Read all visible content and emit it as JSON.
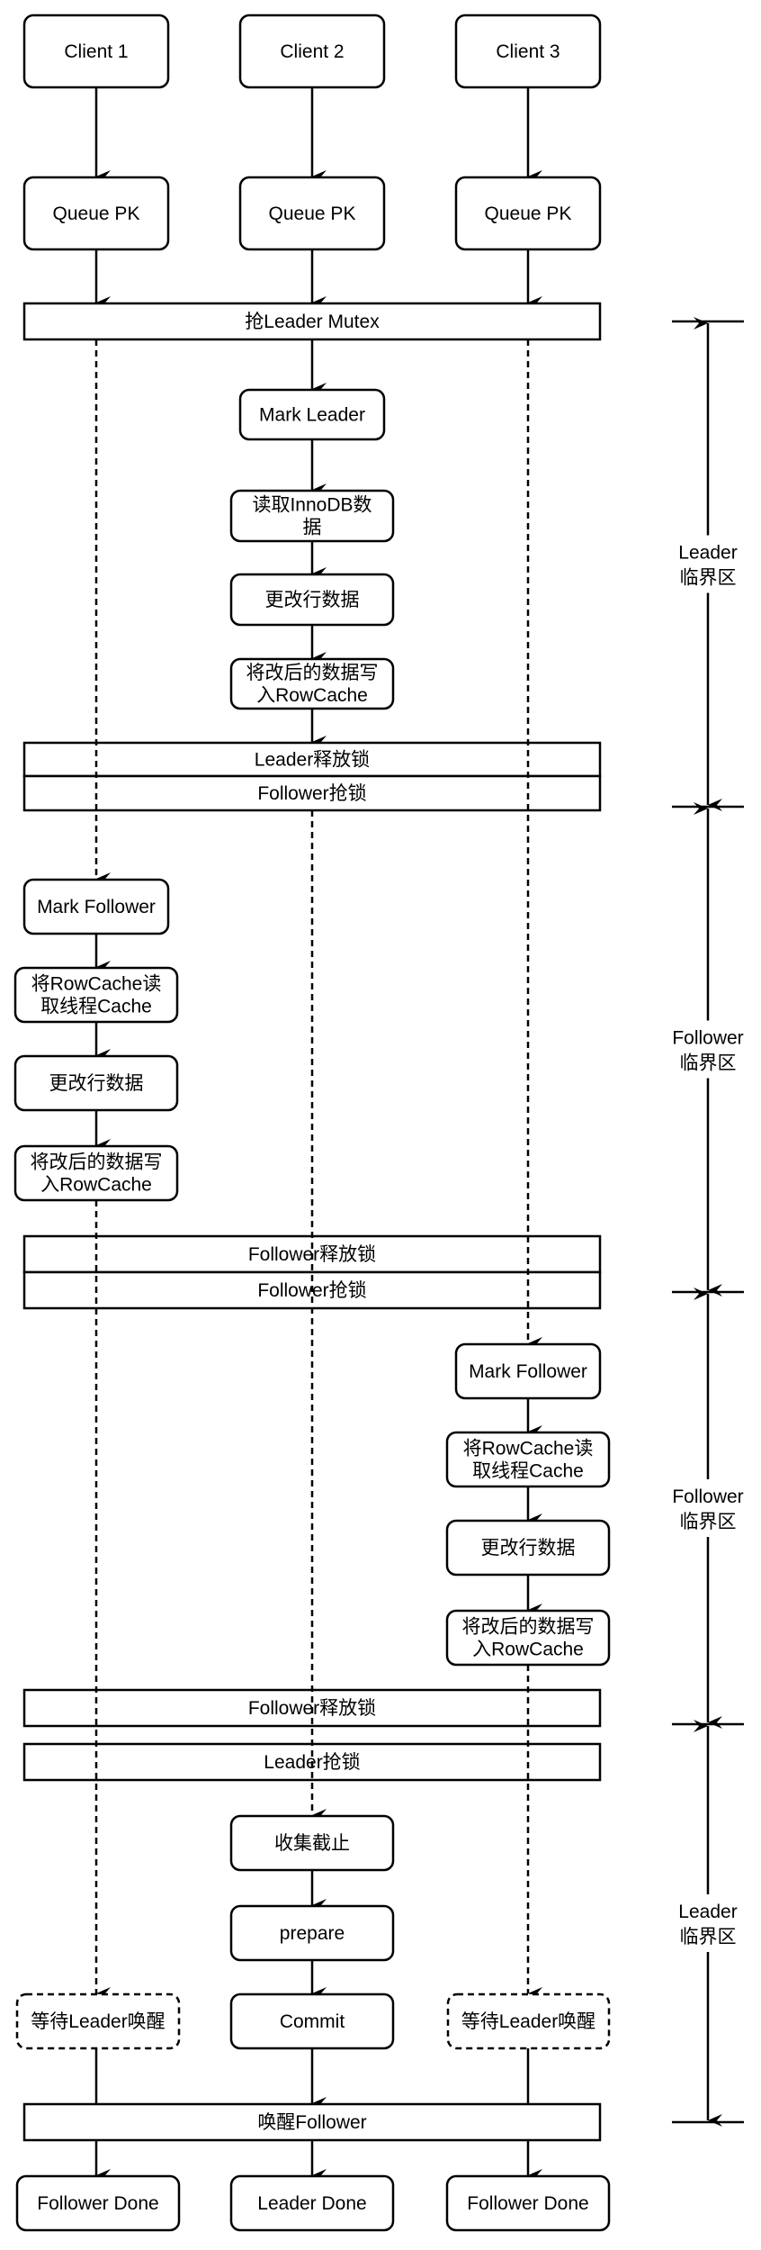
{
  "diagram": {
    "title": "Leader/Follower row update flow",
    "colors": {
      "stroke": "#000000",
      "fill": "#ffffff",
      "text": "#000000"
    },
    "clients": [
      "Client 1",
      "Client 2",
      "Client 3"
    ],
    "queues": [
      "Queue PK",
      "Queue PK",
      "Queue PK"
    ],
    "bars": {
      "grab_leader_mutex": "抢Leader Mutex",
      "leader_release": "Leader释放锁",
      "follower_grab_1": "Follower抢锁",
      "follower_release_1": "Follower释放锁",
      "follower_grab_2": "Follower抢锁",
      "follower_release_2": "Follower释放锁",
      "leader_grab": "Leader抢锁",
      "wake_follower": "唤醒Follower"
    },
    "leader_steps": {
      "mark": "Mark Leader",
      "read": [
        "读取InnoDB数",
        "据"
      ],
      "modify": "更改行数据",
      "write": [
        "将改后的数据写",
        "入RowCache"
      ],
      "collect": "收集截止",
      "prepare": "prepare",
      "commit": "Commit",
      "done": "Leader Done"
    },
    "follower1_steps": {
      "mark": "Mark Follower",
      "read": [
        "将RowCache读",
        "取线程Cache"
      ],
      "modify": "更改行数据",
      "write": [
        "将改后的数据写",
        "入RowCache"
      ],
      "wait": "等待Leader唤醒",
      "done": "Follower Done"
    },
    "follower3_steps": {
      "mark": "Mark Follower",
      "read": [
        "将RowCache读",
        "取线程Cache"
      ],
      "modify": "更改行数据",
      "write": [
        "将改后的数据写",
        "入RowCache"
      ],
      "wait": "等待Leader唤醒",
      "done": "Follower Done"
    },
    "critical_sections": [
      {
        "role": "Leader",
        "suffix": "临界区"
      },
      {
        "role": "Follower",
        "suffix": "临界区"
      },
      {
        "role": "Follower",
        "suffix": "临界区"
      },
      {
        "role": "Leader",
        "suffix": "临界区"
      }
    ]
  }
}
